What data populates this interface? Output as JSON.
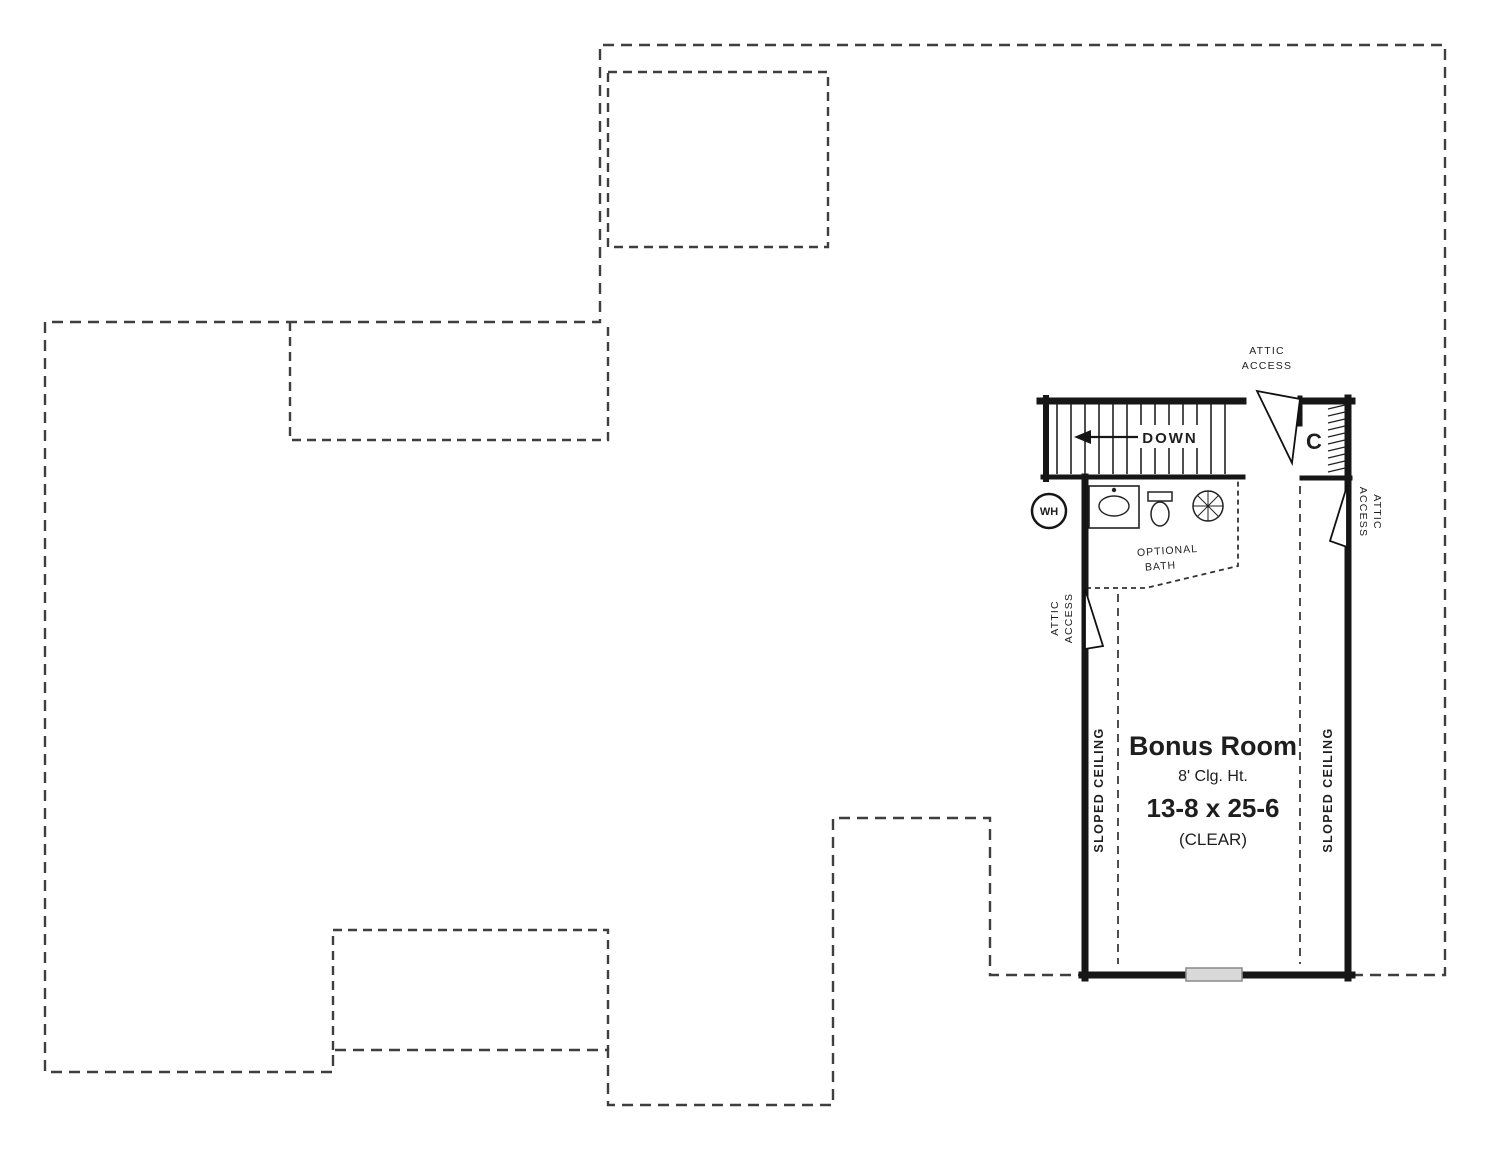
{
  "colors": {
    "wall": "#161616",
    "dashed_outline": "#3f3f3f",
    "text": "#1e1e1e",
    "window_fill": "#d9d9d9"
  },
  "labels": {
    "attic_access": {
      "line1": "ATTIC",
      "line2": "ACCESS"
    },
    "stairs_down": "DOWN",
    "closet": "C",
    "water_heater": "WH",
    "optional_bath": {
      "line1": "OPTIONAL",
      "line2": "BATH"
    },
    "sloped_ceiling": "SLOPED CEILING"
  },
  "bonus_room": {
    "name": "Bonus Room",
    "ceiling_height": "8' Clg. Ht.",
    "dimensions": "13-8 x 25-6",
    "clear_note": "(CLEAR)"
  }
}
